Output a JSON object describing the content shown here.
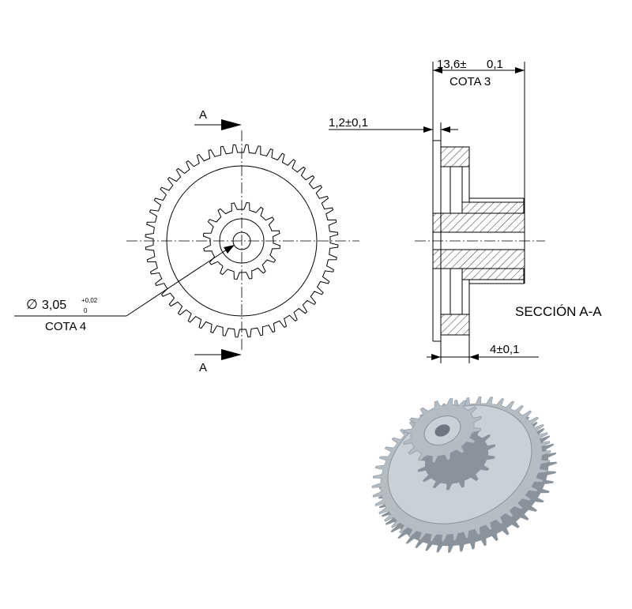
{
  "front_view": {
    "section_mark_top": "A",
    "section_mark_bottom": "A",
    "large_gear_teeth": 48,
    "small_gear_teeth": 16,
    "bore_dimension": {
      "symbol": "∅",
      "value": "3,05",
      "tol_upper": "+0,02",
      "tol_lower": "0",
      "label": "COTA 4"
    }
  },
  "section_view": {
    "title": "SECCIÓN A-A",
    "dim_total": {
      "value": "13,6±",
      "tol": "0,1",
      "label": "COTA 3"
    },
    "dim_web": {
      "value": "1,2±0,1"
    },
    "dim_hub": {
      "value": "4±0,1"
    }
  },
  "render_3d": {
    "color_face": "#b4bcc4",
    "color_dark": "#8a939c",
    "color_light": "#c8d0d8"
  }
}
